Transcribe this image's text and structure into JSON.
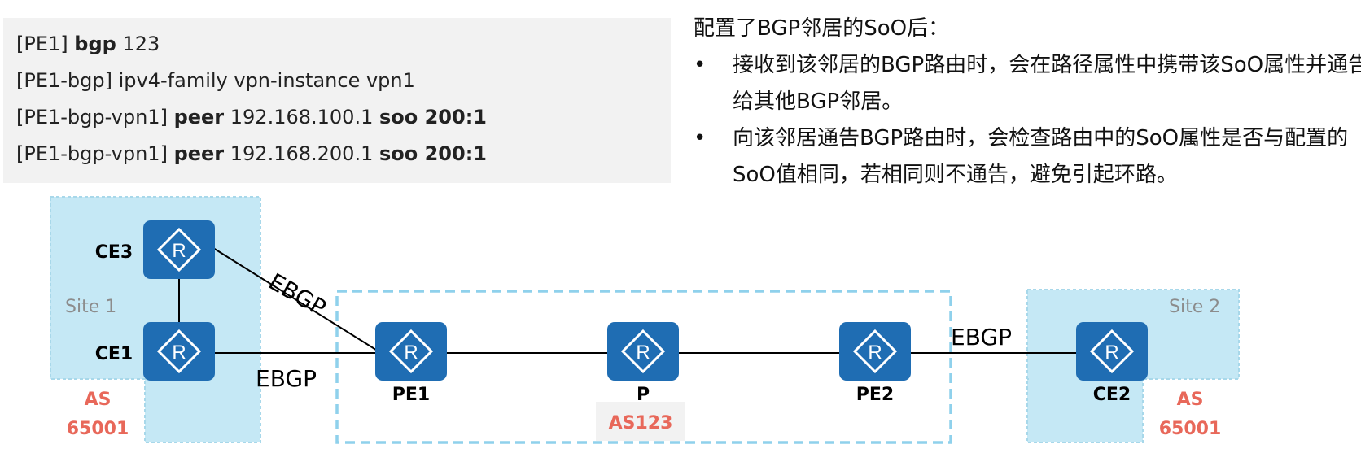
{
  "config": {
    "lines": [
      {
        "prefix": "[PE1] ",
        "kw1": "bgp",
        "mid": " 123",
        "kw2": ""
      },
      {
        "prefix": "[PE1-bgp] ipv4-family vpn-instance vpn1",
        "kw1": "",
        "mid": "",
        "kw2": ""
      },
      {
        "prefix": "[PE1-bgp-vpn1] ",
        "kw1": "peer",
        "mid": " 192.168.100.1 ",
        "kw2": "soo 200:1"
      },
      {
        "prefix": "[PE1-bgp-vpn1] ",
        "kw1": "peer",
        "mid": " 192.168.200.1 ",
        "kw2": "soo 200:1"
      }
    ]
  },
  "note": {
    "title": "配置了BGP邻居的SoO后：",
    "bullets": [
      "接收到该邻居的BGP路由时，会在路径属性中携带该SoO属性并通告给其他BGP邻居。",
      "向该邻居通告BGP路由时，会检查路由中的SoO属性是否与配置的SoO值相同，若相同则不通告，避免引起环路。"
    ],
    "bullet_char": "•"
  },
  "diagram": {
    "site1_label": "Site 1",
    "site2_label": "Site 2",
    "as_left": [
      "AS",
      "65001"
    ],
    "as_right": [
      "AS",
      "65001"
    ],
    "as_core": "AS123",
    "devices": {
      "ce3": "CE3",
      "ce1": "CE1",
      "pe1": "PE1",
      "p": "P",
      "pe2": "PE2",
      "ce2": "CE2"
    },
    "links": {
      "ce3_pe1": "EBGP",
      "ce1_pe1": "EBGP",
      "pe2_ce2": "EBGP"
    },
    "router_glyph": "R",
    "colors": {
      "site_fill": "#c5e8f5",
      "site_border": "#a8d8ea",
      "router": "#1f6db3",
      "as_text": "#e8685a",
      "core_border": "#8fd1ec"
    }
  }
}
